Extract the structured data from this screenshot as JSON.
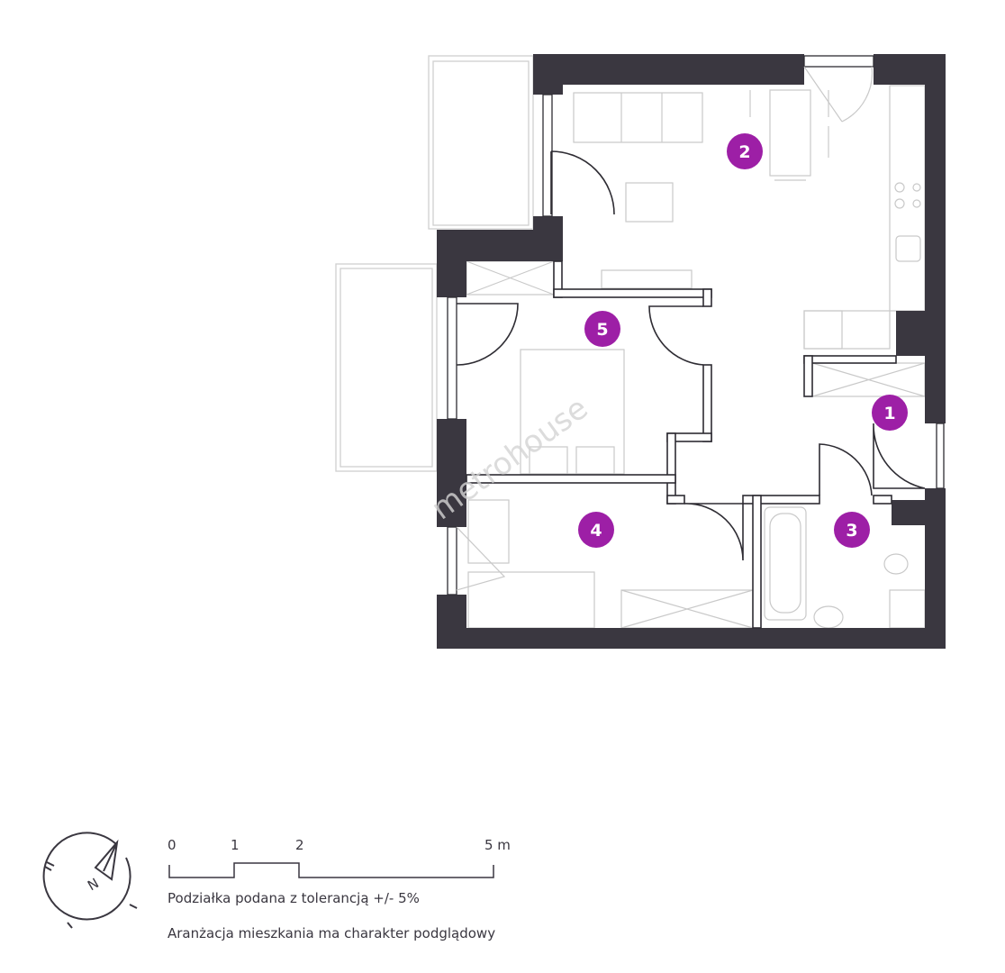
{
  "floorplan": {
    "rooms": [
      {
        "number": "1"
      },
      {
        "number": "2"
      },
      {
        "number": "3"
      },
      {
        "number": "4"
      },
      {
        "number": "5"
      }
    ],
    "watermark": "metrohouse",
    "badge_color": "#9d1fa6",
    "wall_color": "#3a3740"
  },
  "legend": {
    "compass_label": "N",
    "scale_ticks": [
      "0",
      "1",
      "2",
      "5 m"
    ],
    "tolerance_note": "Podziałka podana z tolerancją +/- 5%",
    "arrangement_note": "Aranżacja mieszkania ma charakter podglądowy"
  }
}
